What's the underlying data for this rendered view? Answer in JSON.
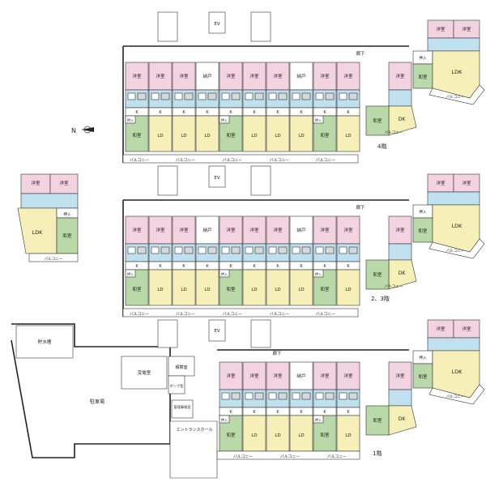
{
  "floors": {
    "f4": {
      "label": "4階"
    },
    "f23": {
      "label": "2、3階"
    },
    "f1": {
      "label": "1階"
    }
  },
  "labels": {
    "ev": "EV",
    "corridor": "廊下",
    "balcony": "バルコニー",
    "western": "洋室",
    "japanese": "和室",
    "ld": "LD",
    "ldk": "LDK",
    "dk": "DK",
    "storage": "納戸",
    "closet": "押入",
    "k": "K",
    "parking": "駐車場",
    "water_tank": "貯水槽",
    "power_room": "変電室",
    "meter_room": "積算室",
    "pump_room": "ポンプ室",
    "manager_office": "管理事務室",
    "entrance_hall": "エントランスホール"
  },
  "north": "N"
}
